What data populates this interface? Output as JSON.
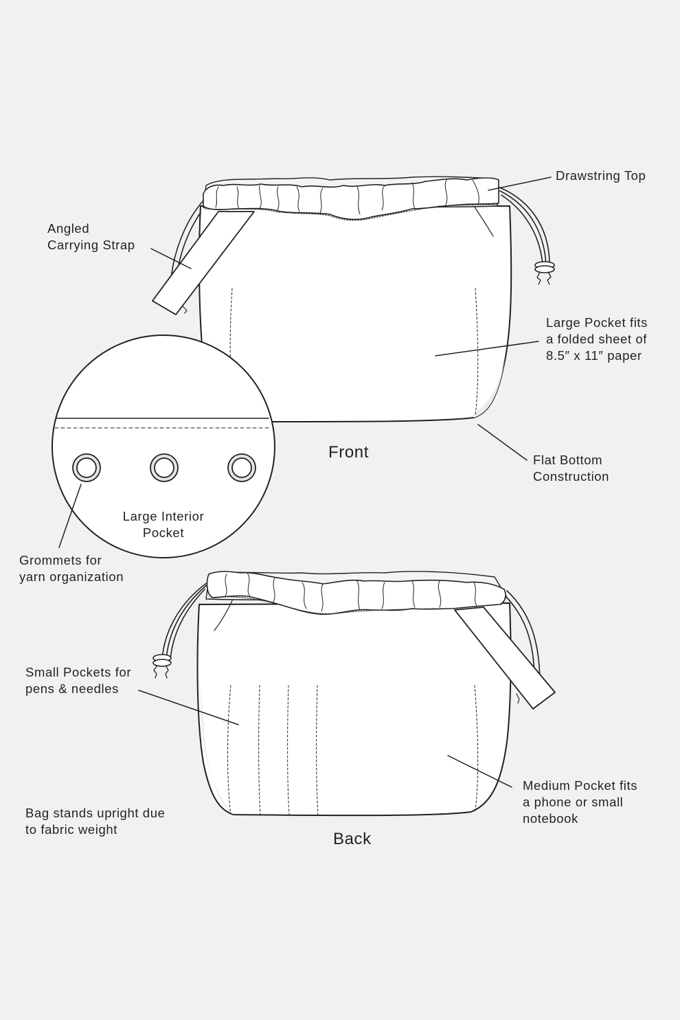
{
  "diagram": {
    "background": "#f1f1f1",
    "line_color": "#231f20",
    "fill_color": "#ffffff",
    "views": {
      "front": {
        "title": "Front"
      },
      "back": {
        "title": "Back"
      }
    },
    "detail_circle": {
      "label": [
        "Large Interior",
        "Pocket"
      ],
      "grommet_count": 3
    },
    "callouts": {
      "drawstring_top": {
        "lines": [
          "Drawstring Top"
        ]
      },
      "angled_strap": {
        "lines": [
          "Angled",
          "Carrying Strap"
        ]
      },
      "large_pocket": {
        "lines": [
          "Large Pocket fits",
          "a folded sheet of",
          "8.5″ x 11″ paper"
        ]
      },
      "flat_bottom": {
        "lines": [
          "Flat Bottom",
          "Construction"
        ]
      },
      "grommets": {
        "lines": [
          "Grommets for",
          "yarn organization"
        ]
      },
      "small_pockets": {
        "lines": [
          "Small Pockets for",
          "pens & needles"
        ]
      },
      "stands_upright": {
        "lines": [
          "Bag stands upright due",
          "to fabric weight"
        ]
      },
      "medium_pocket": {
        "lines": [
          "Medium Pocket fits",
          "a phone or small",
          "notebook"
        ]
      }
    }
  }
}
